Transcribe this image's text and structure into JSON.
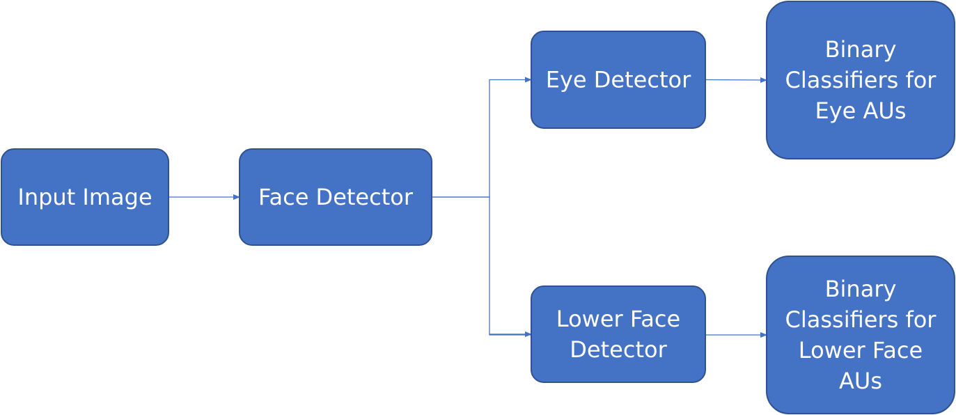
{
  "colors": {
    "node_fill": "#4472C4",
    "node_stroke": "#2F528F",
    "node_text": "#FFFFFF",
    "edge": "#4472C4",
    "background": "#FFFFFF"
  },
  "nodes": [
    {
      "id": "input-image",
      "lines": [
        "Input Image"
      ]
    },
    {
      "id": "face-detector",
      "lines": [
        "Face Detector"
      ]
    },
    {
      "id": "eye-detector",
      "lines": [
        "Eye Detector"
      ]
    },
    {
      "id": "lower-face-detector",
      "lines": [
        "Lower Face",
        "Detector"
      ]
    },
    {
      "id": "eye-au-classifiers",
      "lines": [
        "Binary",
        "Classifiers for",
        "Eye AUs"
      ]
    },
    {
      "id": "lower-face-au-classifiers",
      "lines": [
        "Binary",
        "Classifiers for",
        "Lower Face",
        "AUs"
      ]
    }
  ],
  "edges": [
    {
      "from": "input-image",
      "to": "face-detector"
    },
    {
      "from": "face-detector",
      "to": "eye-detector"
    },
    {
      "from": "face-detector",
      "to": "lower-face-detector"
    },
    {
      "from": "eye-detector",
      "to": "eye-au-classifiers"
    },
    {
      "from": "lower-face-detector",
      "to": "lower-face-au-classifiers"
    }
  ]
}
